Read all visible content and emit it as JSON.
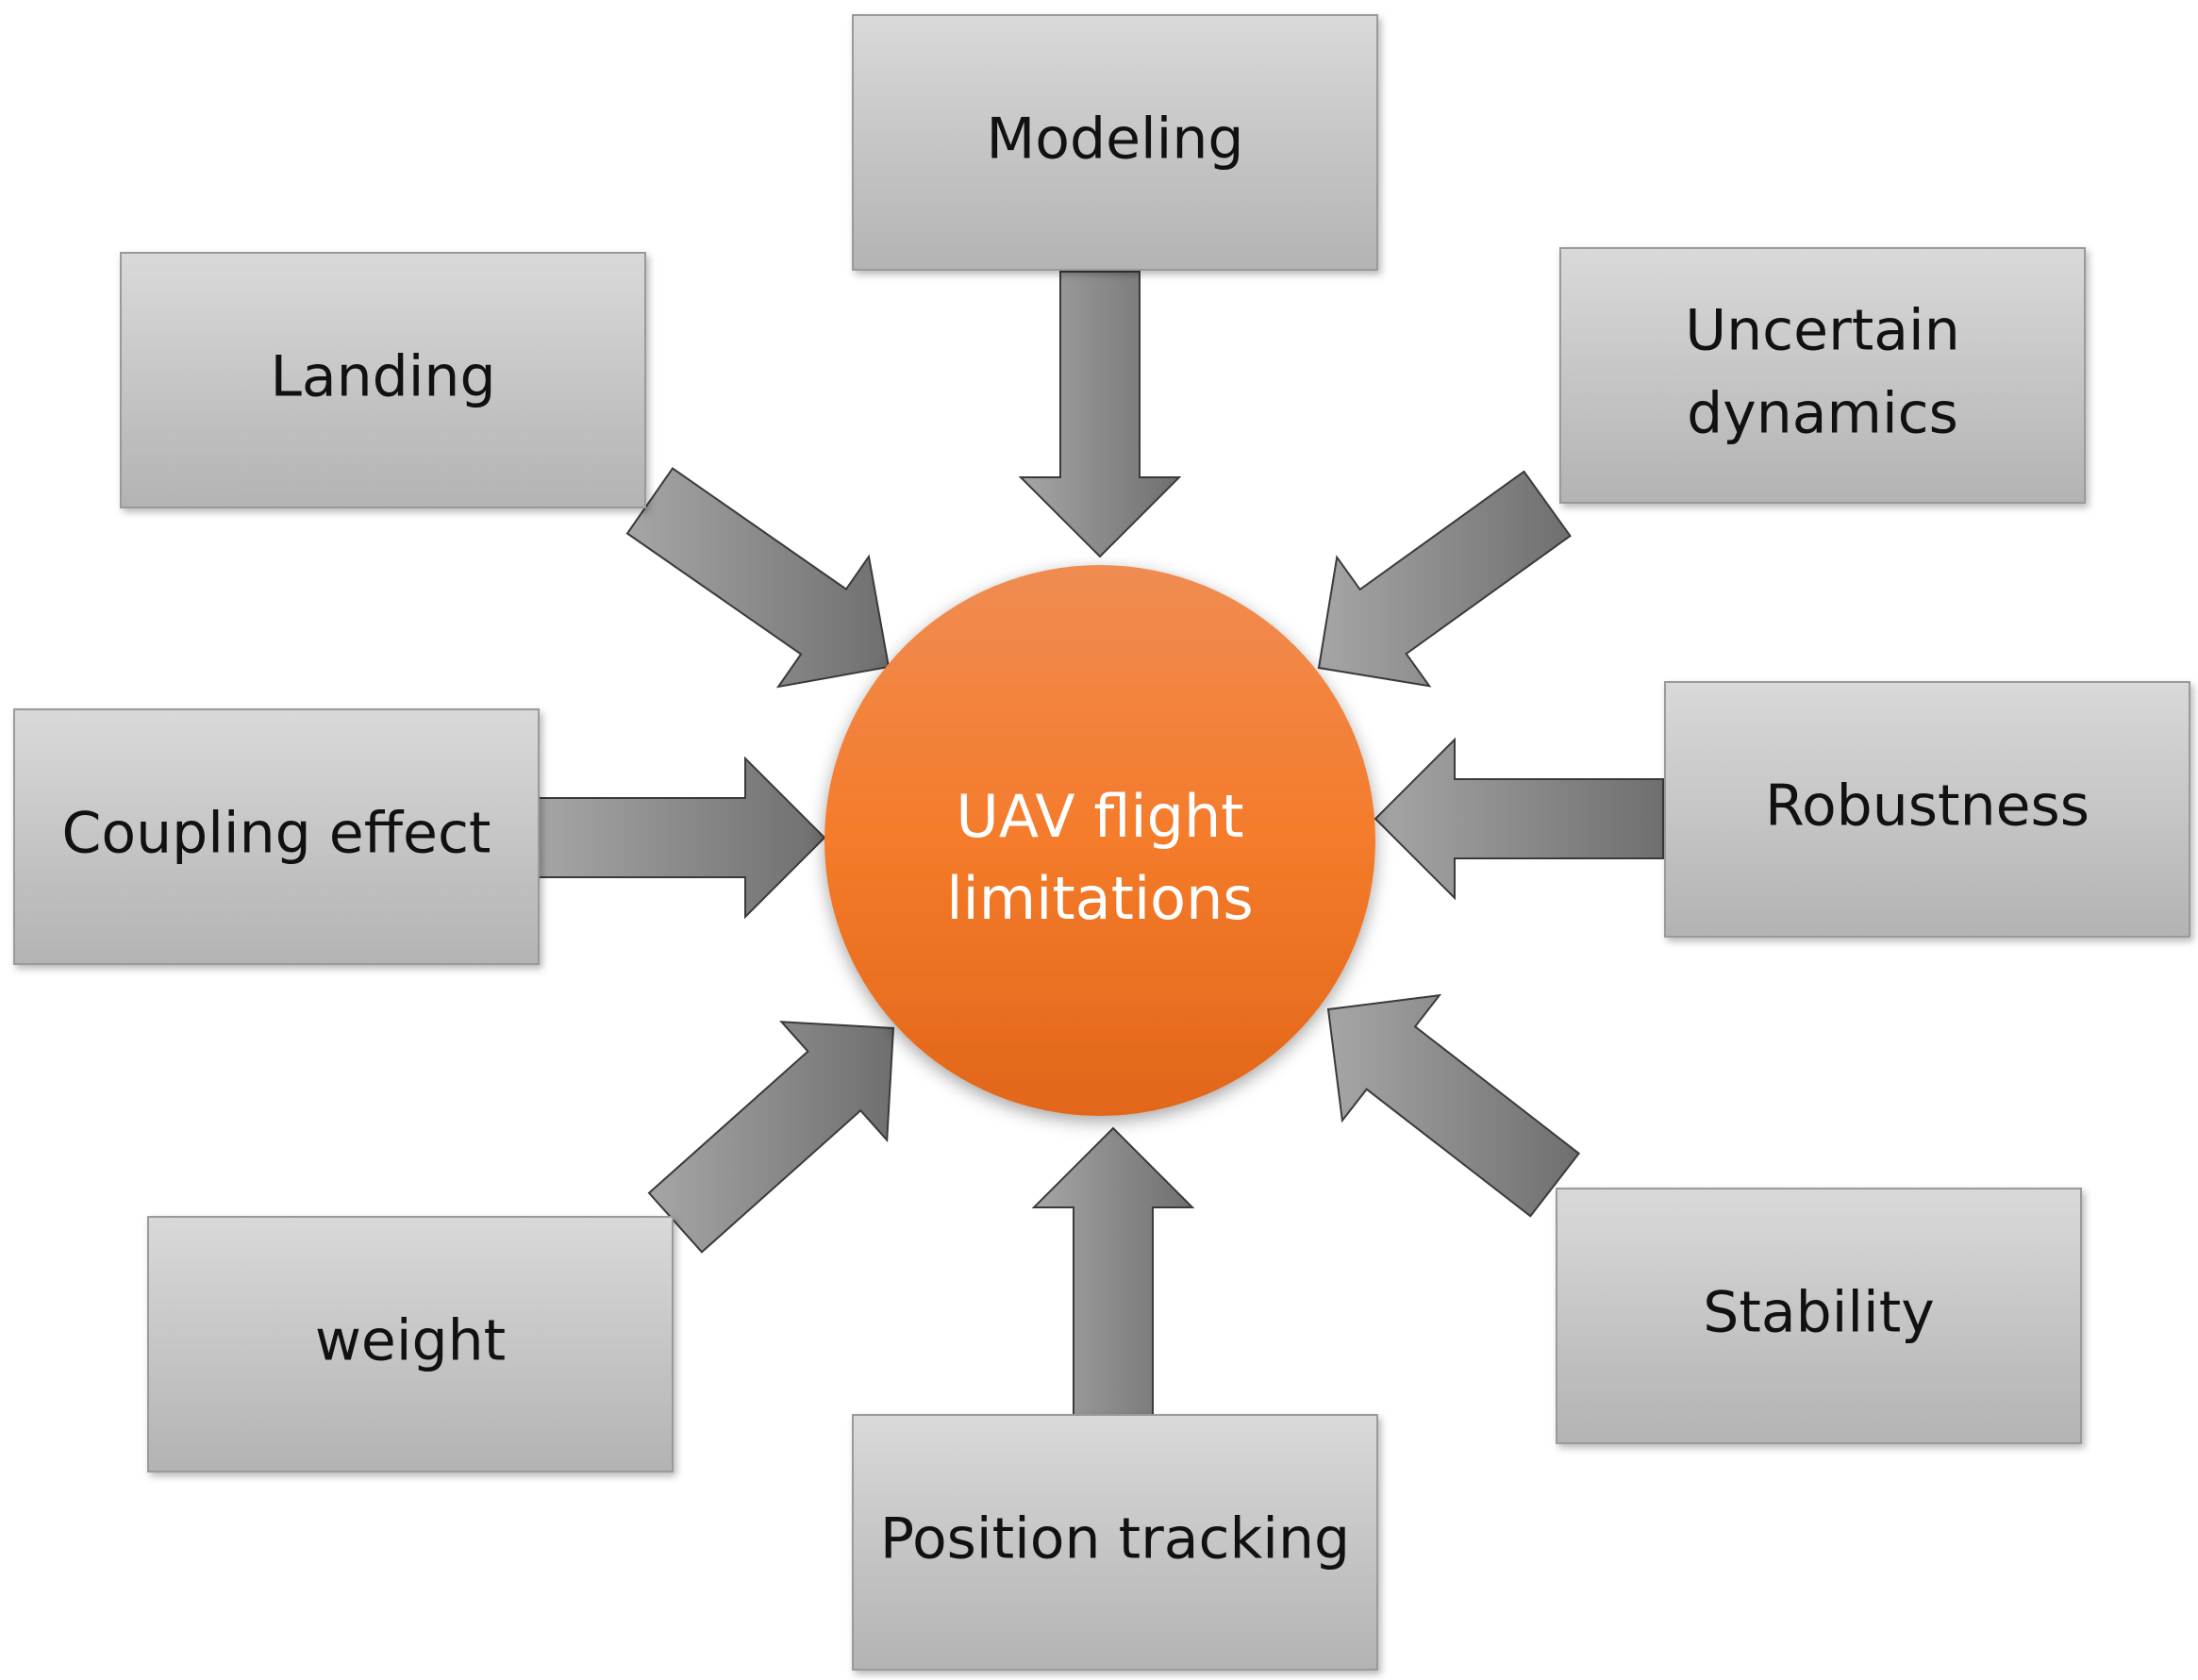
{
  "center": {
    "lines": [
      "UAV flight",
      "limitations"
    ]
  },
  "nodes": [
    {
      "id": "modeling",
      "lines": [
        "Modeling"
      ]
    },
    {
      "id": "uncertain-dynamics",
      "lines": [
        "Uncertain",
        "dynamics"
      ]
    },
    {
      "id": "robustness",
      "lines": [
        "Robustness"
      ]
    },
    {
      "id": "stability",
      "lines": [
        "Stability"
      ]
    },
    {
      "id": "position-tracking",
      "lines": [
        "Position tracking"
      ]
    },
    {
      "id": "weight",
      "lines": [
        "weight"
      ]
    },
    {
      "id": "coupling-effect",
      "lines": [
        "Coupling effect"
      ]
    },
    {
      "id": "landing",
      "lines": [
        "Landing"
      ]
    }
  ],
  "colors": {
    "box_top": "#d9d9d9",
    "box_bottom": "#b3b3b3",
    "box_border": "#9a9a9a",
    "arrow_start": "#a6a6a6",
    "arrow_end": "#6f6f6f",
    "arrow_border": "#3a3a3a",
    "circle_top": "#f08c52",
    "circle_mid": "#f47b2a",
    "circle_bottom": "#e2661a",
    "center_text": "#ffffff"
  }
}
